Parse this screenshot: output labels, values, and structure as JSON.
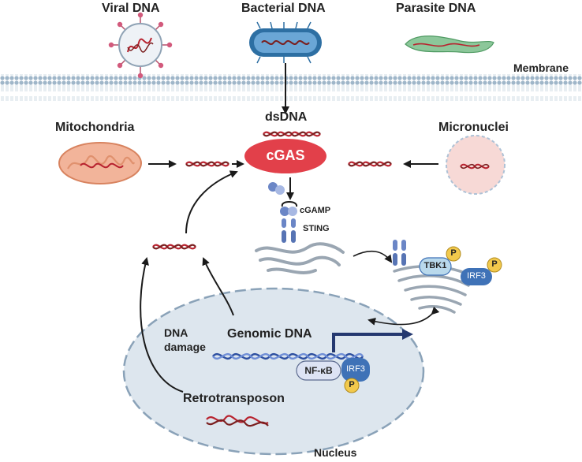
{
  "sources": {
    "viral_dna": "Viral DNA",
    "bacterial_dna": "Bacterial DNA",
    "parasite_dna": "Parasite DNA"
  },
  "membrane_label": "Membrane",
  "mitochondria_label": "Mitochondria",
  "micronuclei_label": "Micronuclei",
  "dsdna_label": "dsDNA",
  "cgas_label": "cGAS",
  "cgamp_label": "cGAMP",
  "sting_label": "STING",
  "tbk1_label": "TBK1",
  "irf3_label": "IRF3",
  "p_label": "P",
  "nfkb_label": "NF-κB",
  "dna_damage_label": "DNA\ndamage",
  "genomic_dna_label": "Genomic DNA",
  "retrotransposon_label": "Retrotransposon",
  "nucleus_label": "Nucleus",
  "colors": {
    "dna_red": "#b8232f",
    "cgas_red": "#e2404a",
    "sting_blue": "#6b86c6",
    "irf3_blue": "#3f72b7",
    "nucleus_fill": "#dde6ee",
    "phospho_yellow": "#f2c94c",
    "arrow_navy": "#24386f"
  }
}
